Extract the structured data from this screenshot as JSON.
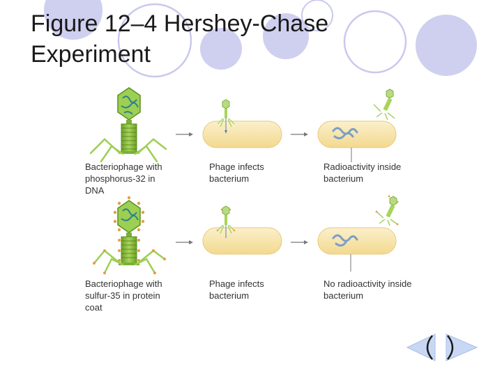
{
  "slide": {
    "title_line1": "Figure 12–4 Hershey-Chase",
    "title_line2": "Experiment"
  },
  "captions": {
    "row1": {
      "phage": "Bacteriophage with phosphorus-32 in DNA",
      "infects": "Phage infects bacterium",
      "result": "Radioactivity inside bacterium"
    },
    "row2": {
      "phage": "Bacteriophage with sulfur-35 in protein coat",
      "infects": "Phage infects bacterium",
      "result": "No radioactivity inside bacterium"
    }
  },
  "nav": {
    "prev_icon": "previous-arrow-icon",
    "next_icon": "next-arrow-icon"
  },
  "colors": {
    "ring": "#c9c9ee",
    "ring_fill": "#cfcff0",
    "bacterium": "#f6e2a8",
    "phage_green": "#8cbf3f",
    "phage_dark": "#5a8f1f",
    "head": "#2f8f6f",
    "dna": "#7a9fc7",
    "protein_dot": "#e0a040"
  }
}
